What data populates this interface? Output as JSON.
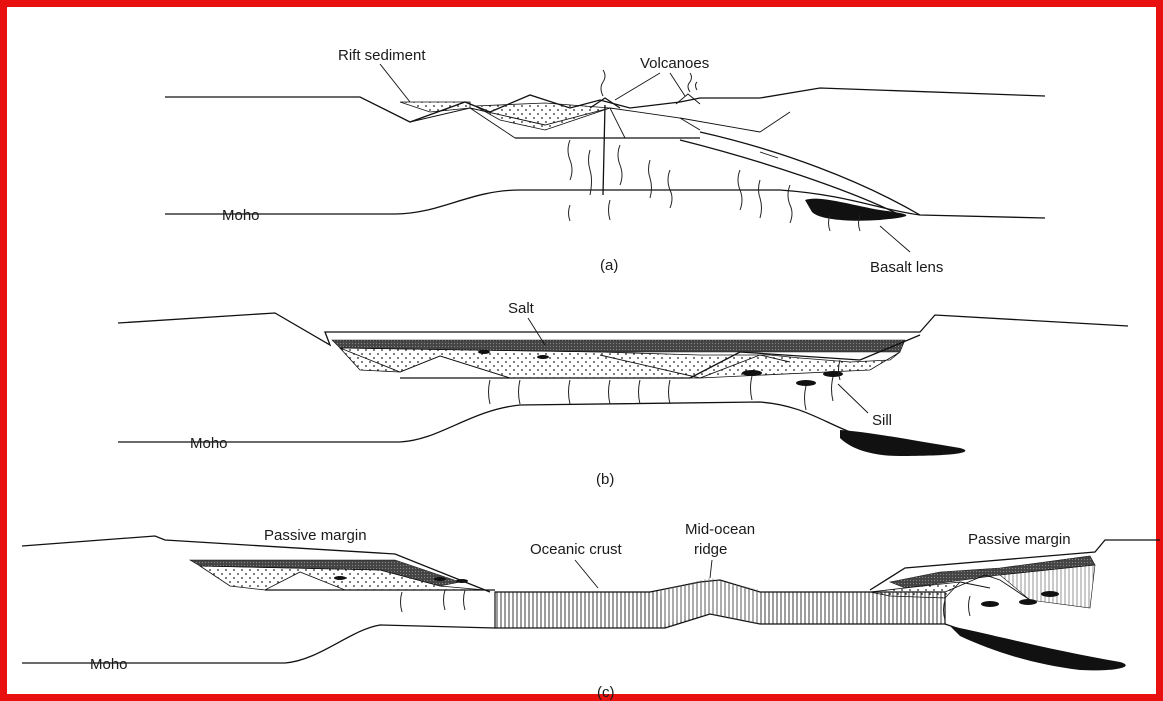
{
  "frame_color": "#e8110f",
  "panels": [
    {
      "id": "a",
      "caption": "(a)",
      "labels": {
        "rift_sediment": "Rift sediment",
        "volcanoes": "Volcanoes",
        "moho": "Moho",
        "basalt_lens": "Basalt lens"
      }
    },
    {
      "id": "b",
      "caption": "(b)",
      "labels": {
        "salt": "Salt",
        "sill": "Sill",
        "moho": "Moho"
      }
    },
    {
      "id": "c",
      "caption": "(c)",
      "labels": {
        "passive_margin_left": "Passive margin",
        "oceanic_crust": "Oceanic crust",
        "mid_ocean_ridge_1": "Mid-ocean",
        "mid_ocean_ridge_2": "ridge",
        "passive_margin_right": "Passive margin",
        "moho": "Moho"
      }
    }
  ]
}
